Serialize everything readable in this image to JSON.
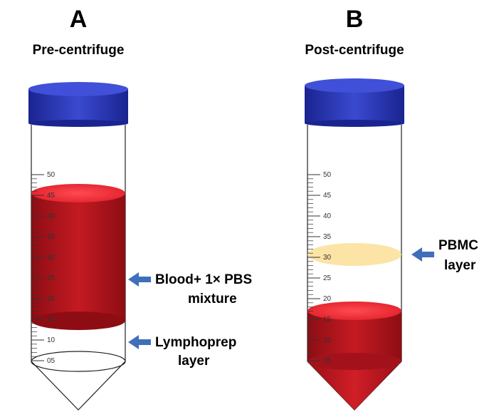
{
  "panel_a": {
    "letter": "A",
    "title": "Pre-centrifuge",
    "label_mixture_line1": "Blood+ 1× PBS",
    "label_mixture_line2": "mixture",
    "label_lymphoprep_line1": "Lymphoprep",
    "label_lymphoprep_line2": "layer"
  },
  "panel_b": {
    "letter": "B",
    "title": "Post-centrifuge",
    "label_pbmc_line1": "PBMC",
    "label_pbmc_line2": "layer"
  },
  "tube_scale": [
    "50",
    "45",
    "40",
    "35",
    "30",
    "25",
    "20",
    "15",
    "10",
    "05"
  ],
  "colors": {
    "cap": "#2633a8",
    "blood": "#c0141c",
    "blood_top": "#ff3b45",
    "pbmc": "#fbe3a0",
    "arrow": "#3f6fba"
  }
}
